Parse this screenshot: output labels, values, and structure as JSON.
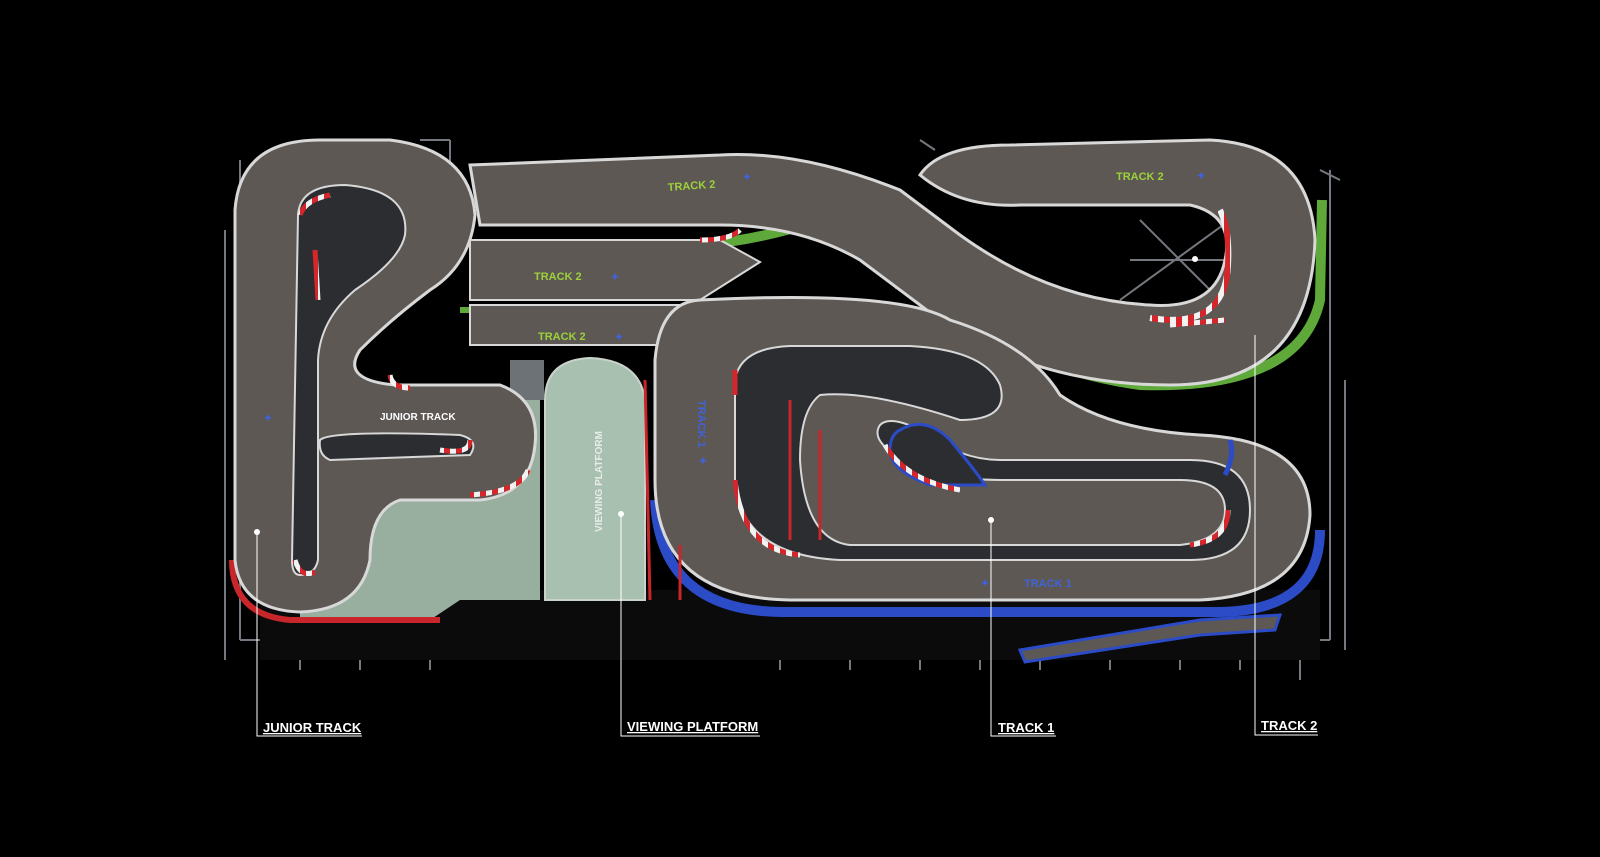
{
  "callouts": {
    "junior_track": "JUNIOR TRACK",
    "viewing_platform": "VIEWING PLATFORM",
    "track_1": "TRACK 1",
    "track_2": "TRACK 2"
  },
  "in_image_labels": {
    "track_2_top": "TRACK 2",
    "track_2_right": "TRACK 2",
    "track_2_mid": "TRACK 2",
    "track_2_low": "TRACK 2",
    "junior_track": "JUNIOR TRACK",
    "viewing_platform": "VIEWING PLATFORM",
    "track_1_vertical": "TRACK 1",
    "track_1_bottom": "TRACK 1"
  },
  "colors": {
    "background": "#000000",
    "asphalt": "#5e5854",
    "track_1_accent": "#2b4bc7",
    "track_2_accent": "#5fa83a",
    "track_2_label": "#9bd13a",
    "track_1_label": "#3f63d8",
    "junior_accent": "#c8262a",
    "kerb_red": "#d4262b",
    "kerb_white": "#f2f2f2",
    "platform": "#9fb5a6",
    "steel": "#8a8f96"
  }
}
